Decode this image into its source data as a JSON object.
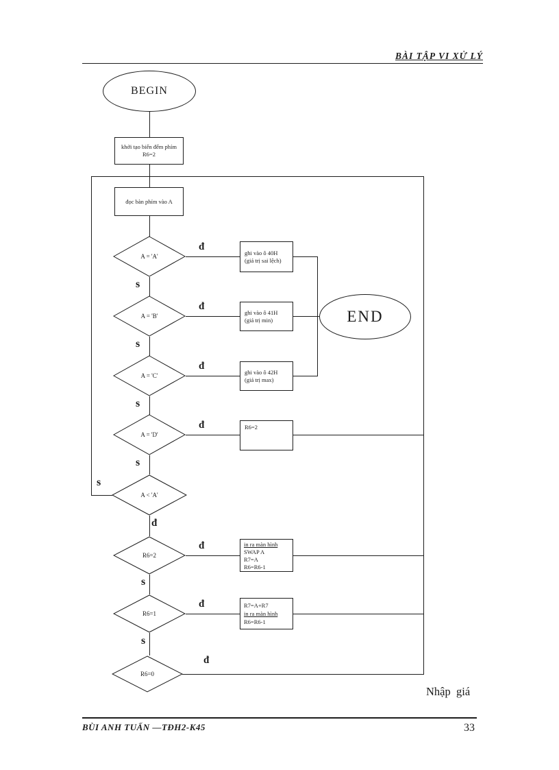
{
  "header": {
    "title": "BÀI TẬP VI XỬ LÝ"
  },
  "flowchart": {
    "terminals": {
      "begin": "BEGIN",
      "end": "END"
    },
    "boxes": {
      "init": {
        "l1": "khởi tạo biến đếm phím",
        "l2": "R6=2"
      },
      "read": {
        "l1": "đọc bàn phím vào A"
      },
      "store40": {
        "l1": "ghi vào ô 40H",
        "l2": "(giá trị sai lệch)"
      },
      "store41": {
        "l1": "ghi vào ô 41H",
        "l2": "(giá trị min)"
      },
      "store42": {
        "l1": "ghi vào ô 42H",
        "l2": "(giá trị max)"
      },
      "reset": {
        "l1": "R6=2"
      },
      "swap": {
        "l1": "in ra màn hình",
        "l2": "SWAP A",
        "l3": "R7=A",
        "l4": "R6=R6-1"
      },
      "accumulate": {
        "l1": "R7=A+R7",
        "l2": "in ra màn hình",
        "l3": "R6=R6-1"
      }
    },
    "decisions": {
      "d1": "A = 'A'",
      "d2": "A = 'B'",
      "d3": "A = 'C'",
      "d4": "A = 'D'",
      "d5": "A < 'A'",
      "d6": "R6=2",
      "d7": "R6=1",
      "d8": "R6=0"
    },
    "branch_labels": {
      "yes": "đ",
      "no": "s"
    }
  },
  "note": {
    "text": "Nhập  giá"
  },
  "footer": {
    "author": "BÙI ANH TUẤN —TĐH2-K45",
    "page_number": "33"
  },
  "colors": {
    "ink": "#1c1c1c",
    "paper": "#ffffff"
  }
}
